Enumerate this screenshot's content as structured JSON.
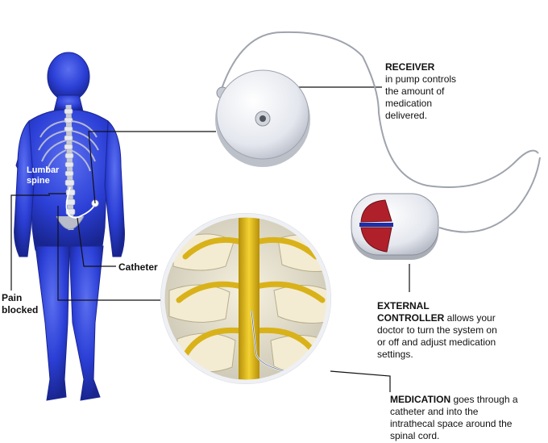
{
  "labels": {
    "lumbar_spine": [
      "Lumbar",
      "spine"
    ],
    "catheter": "Catheter",
    "pain_blocked": [
      "Pain",
      "blocked"
    ],
    "receiver": {
      "title": "RECEIVER",
      "lines": [
        "in pump controls",
        "the amount of",
        "medication",
        "delivered."
      ]
    },
    "external_controller": {
      "title_1": "EXTERNAL",
      "title_2": "CONTROLLER",
      "line_1_rest": " allows your",
      "lines": [
        "doctor to turn the system on",
        "or off and adjust medication",
        "settings."
      ]
    },
    "medication": {
      "title": "MEDICATION",
      "line_1_rest": " goes through a",
      "lines": [
        "catheter and into the",
        "intrathecal space around the",
        "spinal cord."
      ]
    }
  },
  "colors": {
    "body": "#2b3fd6",
    "nerve": "#d9b21a",
    "controller_red": "#b0202a",
    "controller_blue": "#1d2fa8",
    "device": "#e6e8ec"
  }
}
